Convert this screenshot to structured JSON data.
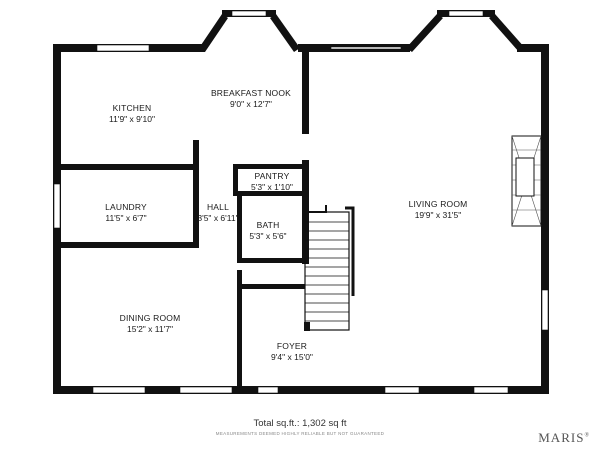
{
  "rooms": {
    "kitchen": {
      "name": "KITCHEN",
      "dims": "11'9\" x 9'10\""
    },
    "breakfast_nook": {
      "name": "BREAKFAST NOOK",
      "dims": "9'0\" x 12'7\""
    },
    "laundry": {
      "name": "LAUNDRY",
      "dims": "11'5\" x 6'7\""
    },
    "hall": {
      "name": "HALL",
      "dims": "3'5\" x 6'11\""
    },
    "pantry": {
      "name": "PANTRY",
      "dims": "5'3\" x 1'10\""
    },
    "bath": {
      "name": "BATH",
      "dims": "5'3\" x 5'6\""
    },
    "living_room": {
      "name": "LIVING ROOM",
      "dims": "19'9\" x 31'5\""
    },
    "dining_room": {
      "name": "DINING ROOM",
      "dims": "15'2\" x 11'7\""
    },
    "foyer": {
      "name": "FOYER",
      "dims": "9'4\" x 15'0\""
    }
  },
  "footer": {
    "total": "Total sq.ft.: 1,302 sq ft",
    "disclaimer": "MEASUREMENTS DEEMED HIGHLY RELIABLE BUT NOT GUARANTEED"
  },
  "brand": {
    "name": "MARIS",
    "mark": "®"
  },
  "colors": {
    "wall": "#111111",
    "window": "#ffffff",
    "background": "#ffffff"
  }
}
